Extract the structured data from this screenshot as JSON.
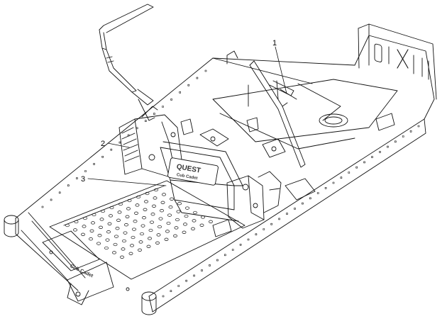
{
  "diagram": {
    "callouts": [
      {
        "id": "1",
        "label": "1"
      },
      {
        "id": "2",
        "label": "2"
      },
      {
        "id": "3",
        "label": "3"
      }
    ],
    "decal": {
      "line1": "QUEST",
      "line2": "Cub Cadet"
    },
    "front_logo": "Cub Cadet"
  }
}
